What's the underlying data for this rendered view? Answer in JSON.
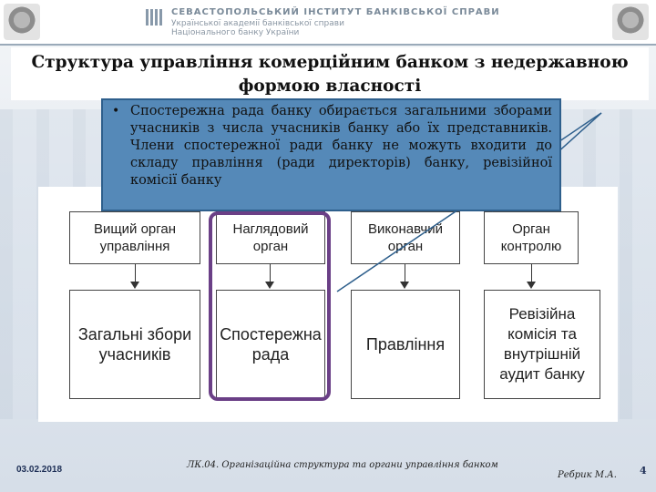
{
  "header": {
    "line1": "СЕВАСТОПОЛЬСЬКИЙ ІНСТИТУТ БАНКІВСЬКОЇ СПРАВИ",
    "line2": "Української академії банківської справи",
    "line3": "Національного банку України"
  },
  "slide": {
    "title": "Структура управління комерційним банком з недержавною формою власності"
  },
  "callout": {
    "bullet": "•",
    "text": "Спостережна рада банку обирається загальними зборами учасників з числа учасників банку або їх представників. Члени спостережної ради банку не можуть входити до складу правління (ради директорів) банку, ревізійної комісії банку"
  },
  "diagram": {
    "top": [
      "Вищий орган управління",
      "Наглядовий орган",
      "Виконавчий орган",
      "Орган контролю"
    ],
    "bottom": [
      "Загальні збори учасників",
      "Спостережна рада",
      "Правління",
      "Ревізійна комісія та внутрішній аудит банку"
    ]
  },
  "footer": {
    "date": "03.02.2018",
    "lecture": "ЛК.04. Організаційна структура та органи управління банком",
    "author": "Ребрик М.А.",
    "page": "4"
  },
  "colors": {
    "callout_bg": "#5589b8",
    "highlight": "#6a3f86",
    "footer_text": "#1e2f56"
  }
}
